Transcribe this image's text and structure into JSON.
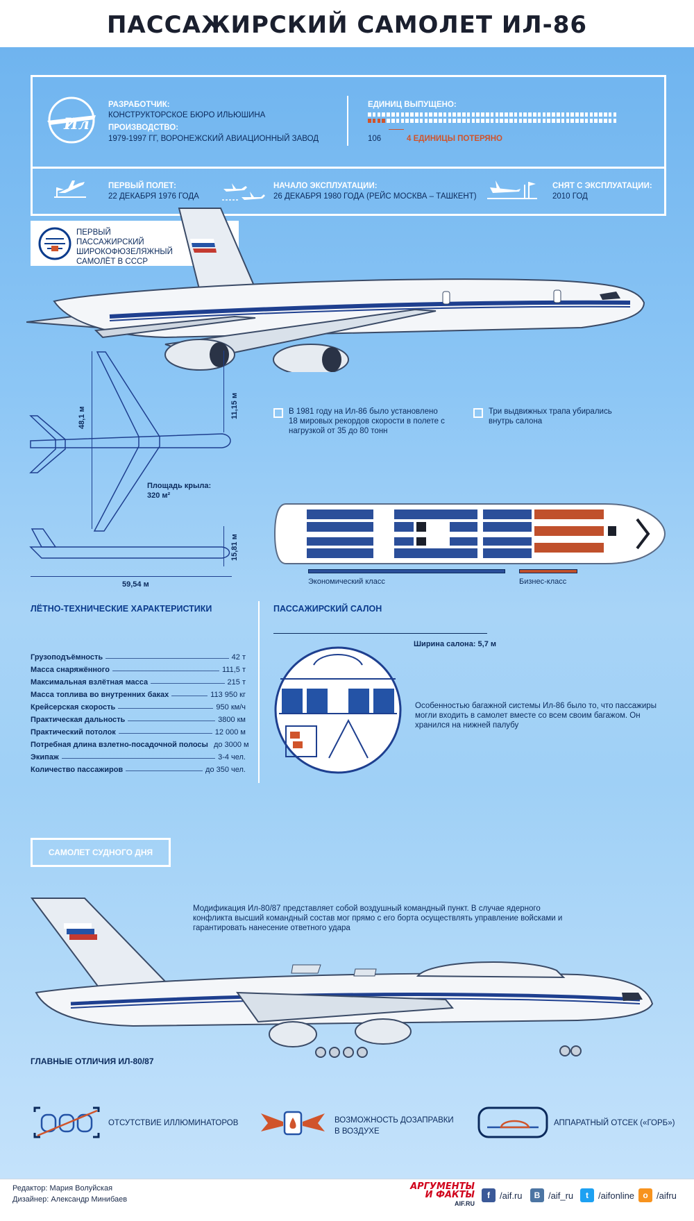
{
  "title": "ПАССАЖИРСКИЙ САМОЛЕТ ИЛ-86",
  "developer": {
    "label": "РАЗРАБОТЧИК:",
    "value": "КОНСТРУКТОРСКОЕ БЮРО ИЛЬЮШИНА"
  },
  "production": {
    "label": "ПРОИЗВОДСТВО:",
    "value": "1979-1997 ГГ, ВОРОНЕЖСКИЙ АВИАЦИОННЫЙ ЗАВОД"
  },
  "units": {
    "label": "ЕДИНИЦ ВЫПУЩЕНО:",
    "count": "106",
    "lost_label": "4 ЕДИНИЦЫ ПОТЕРЯНО",
    "produced": 106,
    "lost": 4
  },
  "first_flight": {
    "label": "ПЕРВЫЙ ПОЛЕТ:",
    "value": "22 ДЕКАБРЯ 1976 ГОДА"
  },
  "service_start": {
    "label": "НАЧАЛО ЭКСПЛУАТАЦИИ:",
    "value": "26 ДЕКАБРЯ 1980 ГОДА  (РЕЙС МОСКВА – ТАШКЕНТ)"
  },
  "retired": {
    "label": "СНЯТ С ЭКСПЛУАТАЦИИ:",
    "value": "2010 ГОД"
  },
  "first_widebody": "ПЕРВЫЙ ПАССАЖИРСКИЙ ШИРОКОФЮЗЕЛЯЖНЫЙ САМОЛЁТ В СССР",
  "dimensions": {
    "height": "11,15 м",
    "wingspan": "48,1 м",
    "wing_area_label": "Площадь крыла:",
    "wing_area": "320 м²",
    "tail_height": "15,81 м",
    "length": "59,54 м"
  },
  "facts": [
    "В 1981 году на Ил-86 было установлено 18 мировых рекордов скорости в полете с нагрузкой от 35 до 80 тонн",
    "Три выдвижных трапа убирались внутрь салона"
  ],
  "cabin_legend": {
    "economy": "Экономический класс",
    "business": "Бизнес-класс"
  },
  "specs_title": "ЛЁТНО-ТЕХНИЧЕСКИЕ ХАРАКТЕРИСТИКИ",
  "specs": [
    {
      "name": "Грузоподъёмность",
      "value": "42 т"
    },
    {
      "name": "Масса снаряжённого",
      "value": "111,5 т"
    },
    {
      "name": "Максимальная взлётная масса",
      "value": "215 т"
    },
    {
      "name": "Масса топлива во внутренних баках",
      "value": "113 950 кг"
    },
    {
      "name": "Крейсерская скорость",
      "value": "950 км/ч"
    },
    {
      "name": "Практическая дальность",
      "value": "3800 км"
    },
    {
      "name": "Практический потолок",
      "value": "12 000 м"
    },
    {
      "name": "Потребная длина взлетно-посадочной полосы",
      "value": "до 3000 м"
    },
    {
      "name": "Экипаж",
      "value": "3-4 чел."
    },
    {
      "name": "Количество пассажиров",
      "value": "до 350 чел."
    }
  ],
  "cabin_title": "ПАССАЖИРСКИЙ САЛОН",
  "cabin_width": "Ширина салона: 5,7 м",
  "luggage_text": "Особенностью багажной системы Ил-86 было то, что пассажиры могли входить в самолет вместе со всем своим багажом. Он хранился на нижней палубу",
  "doomsday_badge": "САМОЛЕТ СУДНОГО ДНЯ",
  "doomsday_text": "Модификация Ил-80/87 представляет собой воздушный командный пункт. В случае ядерного конфликта высший командный состав мог прямо с его борта осуществлять управление войсками и гарантировать нанесение ответного удара",
  "differences_title": "ГЛАВНЫЕ ОТЛИЧИЯ ИЛ-80/87",
  "differences": [
    {
      "icon": "no-windows-icon",
      "label": "ОТСУТСТВИЕ ИЛЛЮМИНАТОРОВ"
    },
    {
      "icon": "refuel-icon",
      "label": "ВОЗМОЖНОСТЬ ДОЗАПРАВКИ В ВОЗДУХЕ"
    },
    {
      "icon": "hump-icon",
      "label": "АППАРАТНЫЙ ОТСЕК («ГОРБ»)"
    }
  ],
  "footer": {
    "editor": "Редактор: Мария Волуйская",
    "designer": "Дизайнер: Александр Минибаев",
    "brand_top": "АРГУМЕНТЫ",
    "brand_bottom": "И ФАКТЫ",
    "brand_url": "AIF.RU",
    "social": [
      {
        "icon": "facebook-icon",
        "glyph": "f",
        "color": "#3b5998",
        "label": "/aif.ru"
      },
      {
        "icon": "vk-icon",
        "glyph": "В",
        "color": "#4c75a3",
        "label": "/aif_ru"
      },
      {
        "icon": "twitter-icon",
        "glyph": "t",
        "color": "#1da1f2",
        "label": "/aifonline"
      },
      {
        "icon": "odnoklassniki-icon",
        "glyph": "о",
        "color": "#f7931e",
        "label": "/aifru"
      }
    ]
  },
  "colors": {
    "accent_red": "#d0542b",
    "navy": "#0b2a5c",
    "sky": "#8cc6f5"
  }
}
